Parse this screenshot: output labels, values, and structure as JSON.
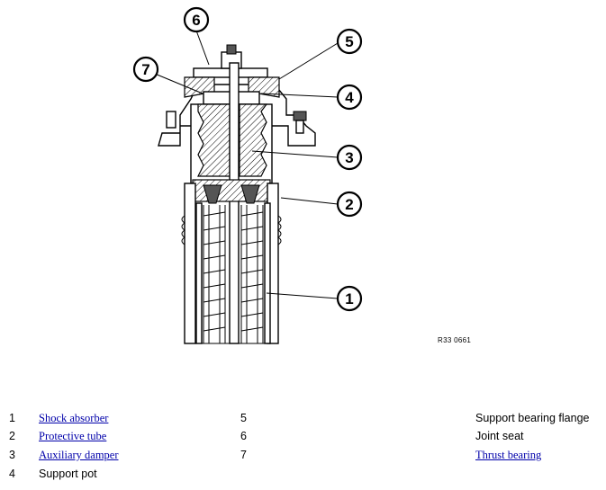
{
  "diagram": {
    "reference_code": "R33 0661",
    "callouts": [
      "1",
      "2",
      "3",
      "4",
      "5",
      "6",
      "7"
    ]
  },
  "legend": {
    "items": [
      {
        "num": "1",
        "label": "Shock absorber",
        "is_link": true
      },
      {
        "num": "2",
        "label": "Protective tube",
        "is_link": true
      },
      {
        "num": "3",
        "label": "Auxiliary damper",
        "is_link": true
      },
      {
        "num": "4",
        "label": "Support pot",
        "is_link": false
      },
      {
        "num": "5",
        "label": "Support bearing flange",
        "is_link": false
      },
      {
        "num": "6",
        "label": "Joint seat",
        "is_link": false
      },
      {
        "num": "7",
        "label": "Thrust bearing",
        "is_link": true
      }
    ],
    "link_color": "#0000aa"
  }
}
